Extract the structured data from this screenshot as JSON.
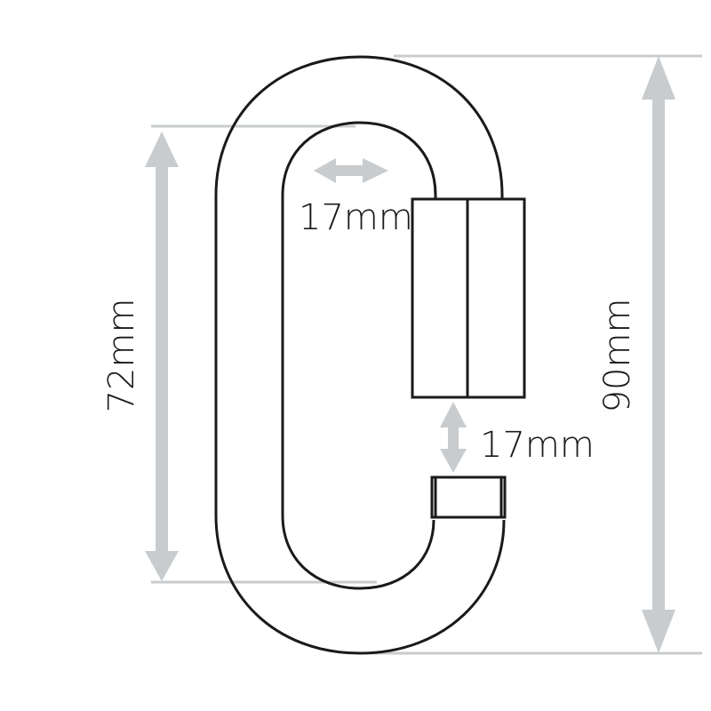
{
  "diagram": {
    "subject": "quick link carabiner",
    "colors": {
      "outline": "#1a1a1a",
      "dimension": "#c8ccce",
      "background": "#ffffff"
    },
    "dimensions": {
      "total_height": {
        "label": "90mm",
        "orientation": "vertical",
        "rotated": true
      },
      "inner_height": {
        "label": "72mm",
        "orientation": "vertical",
        "rotated": true
      },
      "inner_width": {
        "label": "17mm",
        "orientation": "horizontal"
      },
      "gate_opening": {
        "label": "17mm",
        "orientation": "vertical"
      }
    }
  }
}
